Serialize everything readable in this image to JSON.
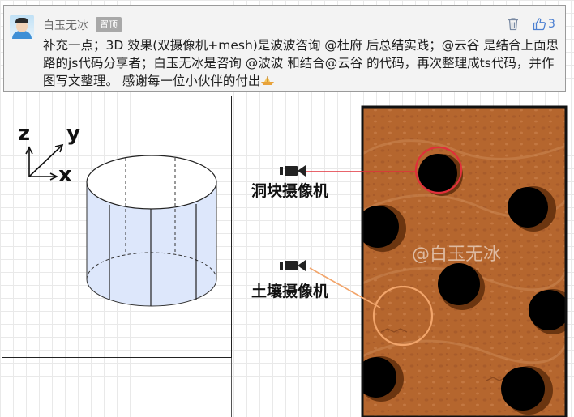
{
  "comment": {
    "username": "白玉无冰",
    "pin_badge": "置顶",
    "like_count": "3",
    "text": "补充一点；3D 效果(双摄像机+mesh)是波波咨询 @杜府 后总结实践；@云谷 是结合上面思路的js代码分享者；白玉无冰是咨询 @波波 和结合@云谷 的代码，再次整理成ts代码，并作图写文整理。 感谢每一位小伙伴的付出"
  },
  "diagram": {
    "axis_z": "z",
    "axis_y": "y",
    "axis_x": "x",
    "hole_camera_label": "洞块摄像机",
    "soil_camera_label": "土壤摄像机",
    "watermark": "@白玉无冰"
  },
  "colors": {
    "soil": "#b5662e",
    "hole_camera_line": "#e0303a",
    "soil_camera_line": "#f2a56b",
    "cylinder_fill": "#dde7fb"
  }
}
